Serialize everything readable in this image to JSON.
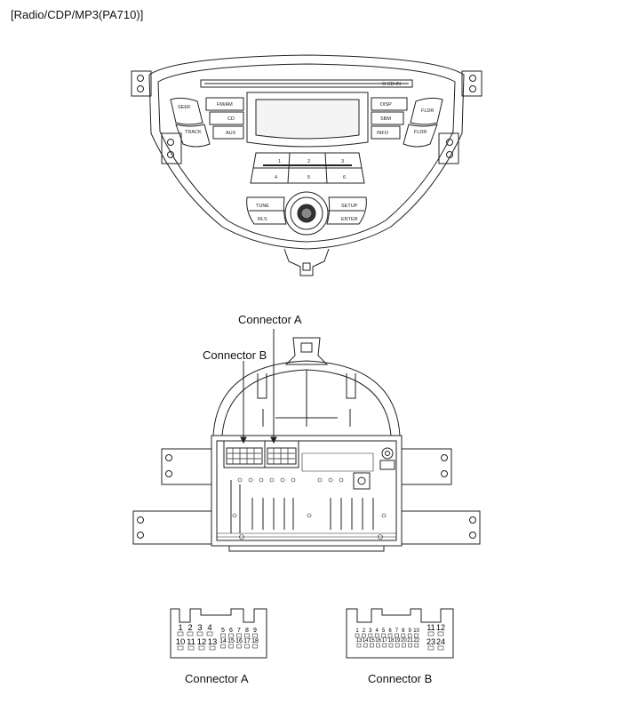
{
  "title": "[Radio/CDP/MP3(PA710)]",
  "front_panel": {
    "buttons": {
      "seek": "SEEK",
      "track": "TRACK",
      "fm_am": "FM/AM",
      "cd": "CD",
      "aux": "AUX",
      "disp": "DISP",
      "sbm": "SBM",
      "info": "INFO",
      "fldr_up": "FLDR",
      "fldr_down": "FLDR",
      "tune": "TUNE",
      "rls": "RLS",
      "setup": "SETUP",
      "enter": "ENTER",
      "eject": "O CD-IN",
      "presets": [
        "1",
        "2",
        "3",
        "4",
        "5",
        "6"
      ]
    }
  },
  "labels": {
    "connector_a_top": "Connector A",
    "connector_b_top": "Connector B",
    "connector_a_caption": "Connector A",
    "connector_b_caption": "Connector B"
  },
  "connector_a": {
    "large_top": [
      "1",
      "2",
      "3",
      "4"
    ],
    "small_top": [
      "5",
      "6",
      "7",
      "8",
      "9"
    ],
    "large_bottom": [
      "10",
      "11",
      "12",
      "13"
    ],
    "small_bottom": [
      "14",
      "15",
      "16",
      "17",
      "18"
    ]
  },
  "connector_b": {
    "small_top": [
      "1",
      "2",
      "3",
      "4",
      "5",
      "6",
      "7",
      "8",
      "9",
      "10"
    ],
    "small_bottom": [
      "13",
      "14",
      "15",
      "16",
      "17",
      "18",
      "19",
      "20",
      "21",
      "22"
    ],
    "large_top": [
      "11",
      "12"
    ],
    "large_bottom": [
      "23",
      "24"
    ]
  }
}
